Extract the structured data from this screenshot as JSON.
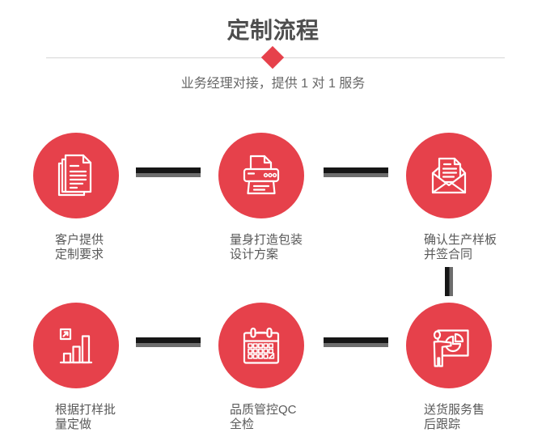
{
  "header": {
    "title": "定制流程",
    "subtitle": "业务经理对接，提供 1 对 1 服务",
    "divider_icon": "red-diamond"
  },
  "colors": {
    "accent_red": "#E6414B",
    "title_gray": "#4E4E4E",
    "text_gray": "#595959",
    "line_gray": "#D6D6D6",
    "connector_black": "#161616",
    "connector_gray": "#6D6D6D"
  },
  "steps": [
    {
      "icon": "documents-icon",
      "line1": "客户提供",
      "line2": "定制要求"
    },
    {
      "icon": "printer-icon",
      "line1": "量身打造包装",
      "line2": "设计方案"
    },
    {
      "icon": "envelope-letter-icon",
      "line1": "确认生产样板",
      "line2": "并签合同"
    },
    {
      "icon": "bar-chart-icon",
      "line1": "根据打样批",
      "line2": "量定做"
    },
    {
      "icon": "calendar-icon",
      "line1": "品质管控QC",
      "line2": "全检"
    },
    {
      "icon": "presentation-icon",
      "line1": "送货服务售",
      "line2": "后跟踪"
    }
  ]
}
